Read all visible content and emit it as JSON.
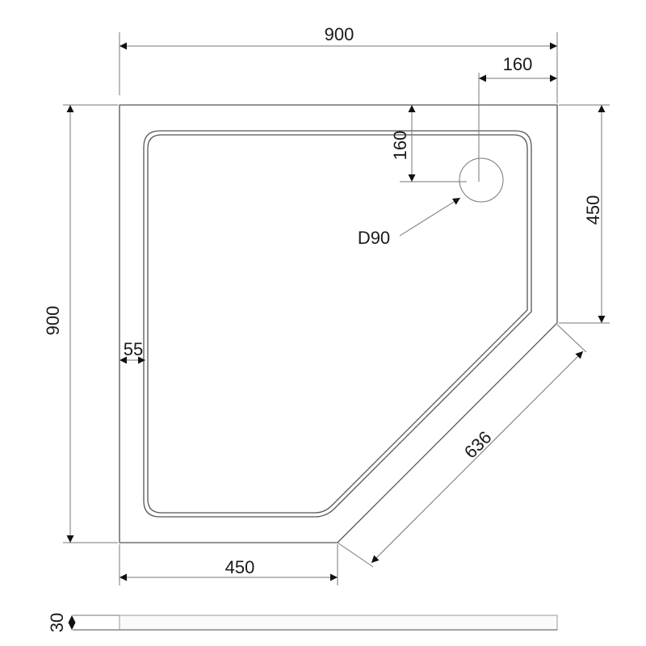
{
  "drawing": {
    "title": "Pentagonal shower tray dimensions",
    "dimensions": {
      "overall_width": "900",
      "overall_depth": "900",
      "drain_offset_x": "160",
      "drain_offset_y": "160",
      "drain_diameter": "D90",
      "right_side": "450",
      "bottom_side": "450",
      "diagonal_side": "636",
      "rim_width": "55",
      "height": "30"
    }
  }
}
